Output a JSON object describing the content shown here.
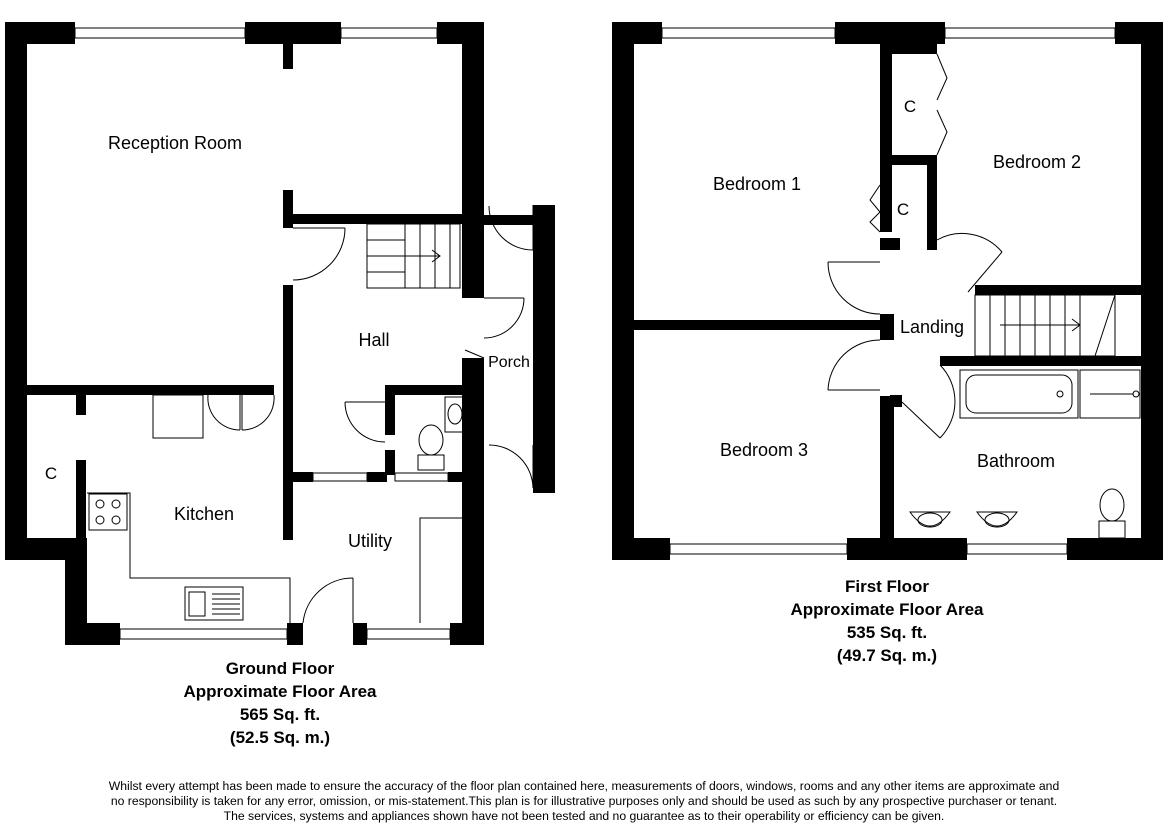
{
  "ground_floor": {
    "rooms": {
      "reception": "Reception Room",
      "hall": "Hall",
      "porch": "Porch",
      "kitchen": "Kitchen",
      "utility": "Utility",
      "cupboard": "C"
    },
    "title": "Ground Floor",
    "area_label": "Approximate Floor Area",
    "area_sqft": "565 Sq. ft.",
    "area_sqm": "(52.5 Sq. m.)"
  },
  "first_floor": {
    "rooms": {
      "bedroom1": "Bedroom 1",
      "bedroom2": "Bedroom 2",
      "bedroom3": "Bedroom 3",
      "landing": "Landing",
      "bathroom": "Bathroom",
      "cupboard_a": "C",
      "cupboard_b": "C"
    },
    "title": "First Floor",
    "area_label": "Approximate Floor Area",
    "area_sqft": "535 Sq. ft.",
    "area_sqm": "(49.7 Sq. m.)"
  },
  "disclaimer": {
    "line1": "Whilst every attempt has been made to ensure the accuracy of the floor plan contained here, measurements of doors, windows, rooms and any other items are approximate and",
    "line2": "no responsibility is taken for any error, omission, or mis-statement.This plan is for illustrative purposes only and should be used as such by any prospective purchaser or tenant.",
    "line3": "The services, systems and appliances shown have not been tested and no guarantee as to their operability or efficiency can be given."
  }
}
